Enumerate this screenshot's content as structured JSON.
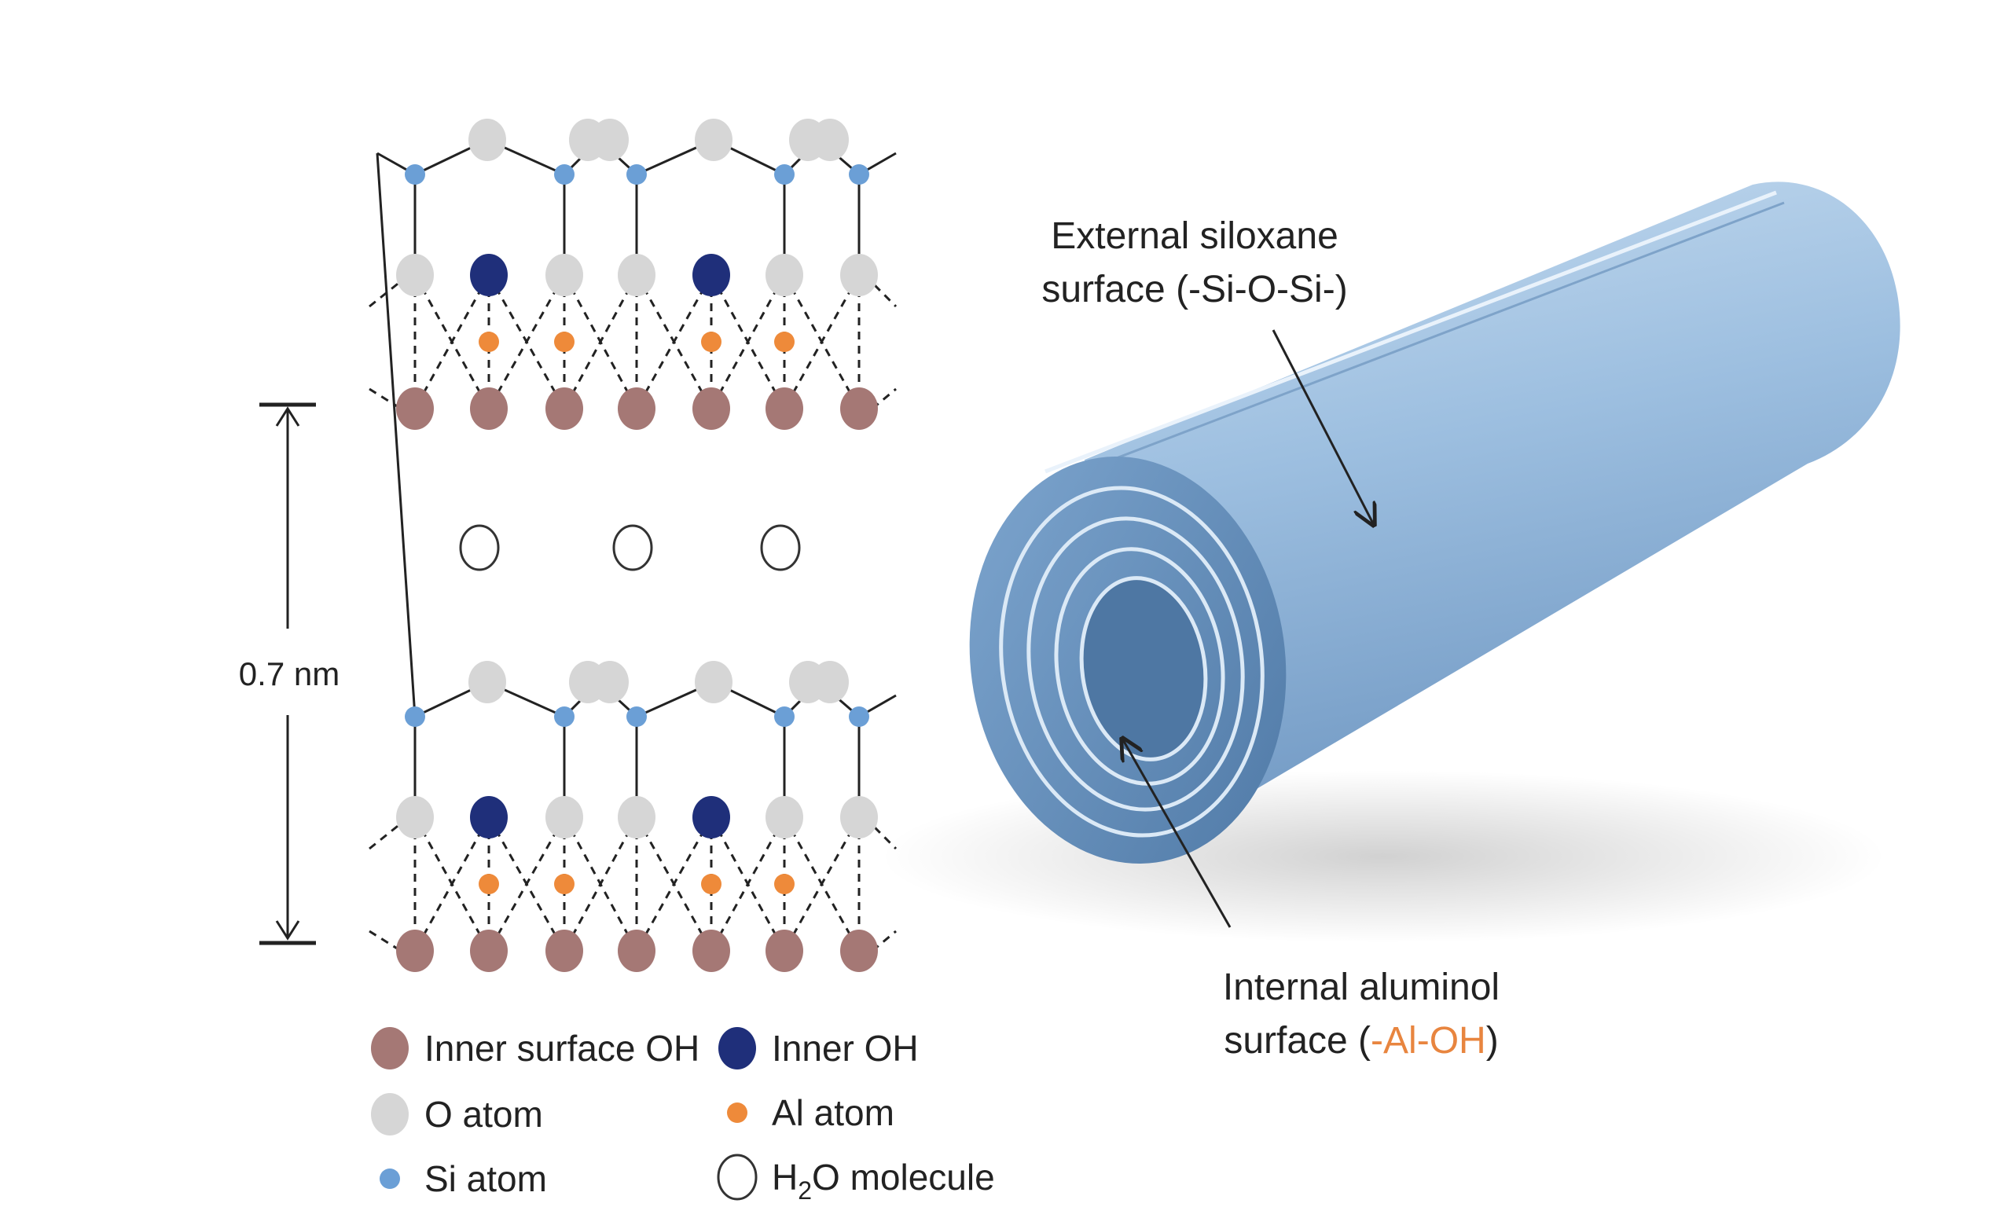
{
  "scale_label": "0.7 nm",
  "external_label": {
    "line1": "External siloxane",
    "line2": "surface (-Si-O-Si-)"
  },
  "internal_label": {
    "line1": "Internal aluminol",
    "line2_prefix": "surface (",
    "line2_highlight": "-Al-OH",
    "line2_suffix": ")"
  },
  "legend": {
    "inner_surface_oh": "Inner surface OH",
    "inner_oh": "Inner OH",
    "o_atom": "O atom",
    "al_atom": "Al atom",
    "si_atom": "Si atom",
    "h2o_prefix": "H",
    "h2o_sub": "2",
    "h2o_suffix": "O molecule"
  },
  "colors": {
    "inner_surface_oh": "#a57875",
    "inner_oh": "#1f2f7a",
    "o_atom": "#d6d6d6",
    "al_atom": "#ee8a3a",
    "si_atom": "#6b9fd6",
    "tube": "#8fb6db",
    "aluminol_highlight": "#e8853f"
  }
}
